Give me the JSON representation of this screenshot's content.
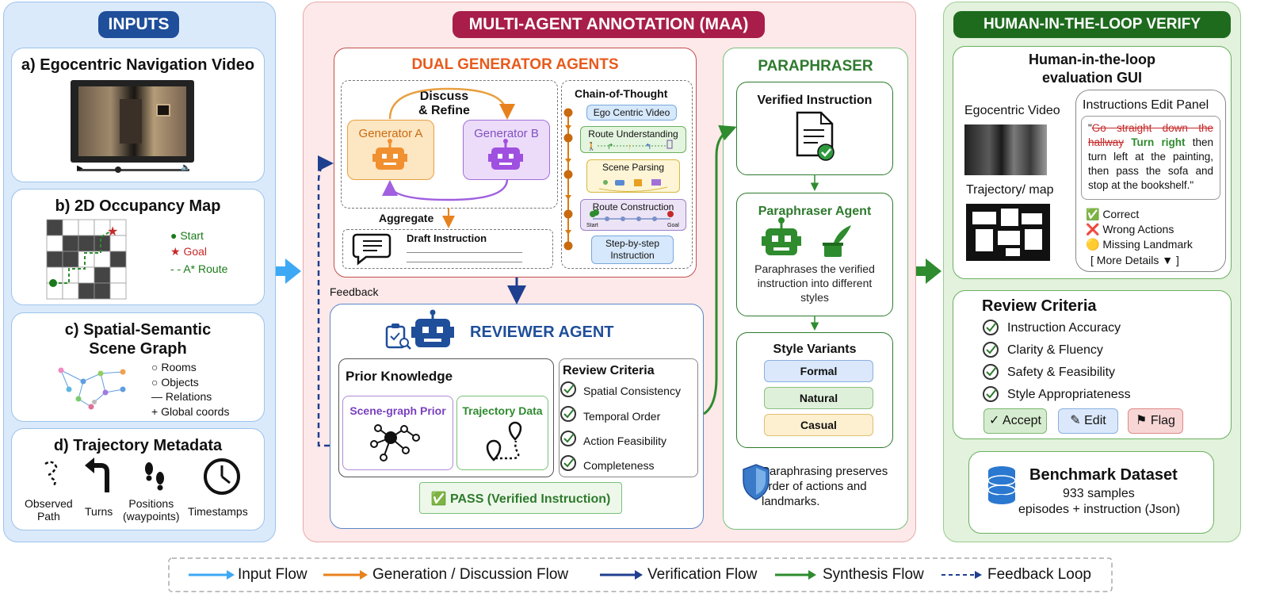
{
  "inputs": {
    "title": "INPUTS",
    "video": {
      "label": "a) Egocentric Navigation Video"
    },
    "occupancy": {
      "label": "b) 2D Occupancy Map",
      "legend": [
        "● Start",
        "★ Goal",
        "- - A* Route"
      ]
    },
    "scene_graph": {
      "label_line1": "c) Spatial-Semantic",
      "label_line2": "Scene Graph",
      "legend": [
        "○ Rooms",
        "○ Objects",
        "— Relations",
        "+ Global coords"
      ]
    },
    "trajectory": {
      "label": "d) Trajectory Metadata",
      "items": [
        "Observed\nPath",
        "Turns",
        "Positions\n(waypoints)",
        "Timestamps"
      ]
    }
  },
  "maa": {
    "title": "MULTI-AGENT ANNOTATION (MAA)",
    "dual": {
      "title": "DUAL GENERATOR AGENTS",
      "discuss": "Discuss\n& Refine",
      "gen_a": "Generator A",
      "gen_b": "Generator B",
      "aggregate": "Aggregate",
      "draft": "Draft Instruction",
      "cot_title": "Chain-of-Thought",
      "cot_steps": [
        "Ego Centric Video",
        "Route Understanding",
        "Scene Parsing",
        "Route Construction",
        "Step-by-step\nInstruction"
      ],
      "route_start": "Start",
      "route_goal": "Goal"
    },
    "feedback": "Feedback",
    "reviewer": {
      "title": "REVIEWER AGENT",
      "prior_title": "Prior Knowledge",
      "scene_prior": "Scene-graph Prior",
      "traj_data": "Trajectory Data",
      "criteria_title": "Review Criteria",
      "criteria": [
        "Spatial Consistency",
        "Temporal Order",
        "Action Feasibility",
        "Completeness"
      ],
      "pass": "✅ PASS (Verified Instruction)"
    },
    "paraphraser": {
      "title": "PARAPHRASER",
      "verified": "Verified Instruction",
      "agent_title": "Paraphraser Agent",
      "agent_desc": "Paraphrases the verified\ninstruction into different\nstyles",
      "styles_title": "Style Variants",
      "styles": [
        "Formal",
        "Natural",
        "Casual"
      ],
      "note": "Paraphrasing preserves\norder of actions and\nlandmarks."
    }
  },
  "hitl": {
    "title": "HUMAN-IN-THE-LOOP VERIFY",
    "gui": {
      "title_line1": "Human-in-the-loop",
      "title_line2": "evaluation GUI",
      "ego_label": "Egocentric Video",
      "traj_label": "Trajectory/ map",
      "edit_title": "Instructions Edit Panel",
      "quote_open": "\"",
      "struck": "Go straight down the hallway",
      "inserted": "Turn right",
      "rest": "then turn left at the painting, then pass the sofa and stop at the bookshelf.\"",
      "statuses": [
        "✅ Correct",
        "❌ Wrong Actions",
        "🟡 Missing Landmark"
      ],
      "more": "[ More Details ▼ ]"
    },
    "review": {
      "title": "Review Criteria",
      "items": [
        "Instruction Accuracy",
        "Clarity & Fluency",
        "Safety & Feasibility",
        "Style Appropriateness"
      ],
      "accept": "✓ Accept",
      "edit": "✎ Edit",
      "flag": "⚑ Flag"
    },
    "benchmark": {
      "title": "Benchmark Dataset",
      "samples": "933 samples",
      "desc": "episodes + instruction (Json)"
    }
  },
  "legend": [
    "Input Flow",
    "Generation / Discussion Flow",
    "Verification Flow",
    "Synthesis Flow",
    "Feedback Loop"
  ],
  "colors": {
    "input": "#3da9f5",
    "generation": "#e8821e",
    "verification": "#1f3f8f",
    "synthesis": "#2e8b2e",
    "feedback": "#1f3f8f"
  }
}
